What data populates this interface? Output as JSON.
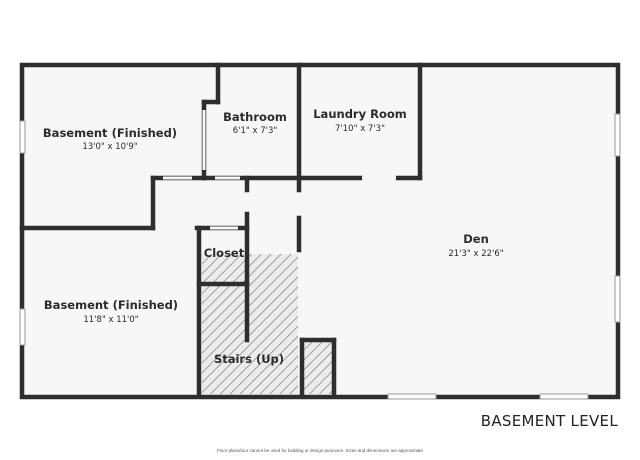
{
  "rooms": {
    "basement_1": {
      "name": "Basement (Finished)",
      "dims": "13'0\" x 10'9\""
    },
    "bathroom": {
      "name": "Bathroom",
      "dims": "6'1\" x 7'3\""
    },
    "laundry": {
      "name": "Laundry Room",
      "dims": "7'10\" x 7'3\""
    },
    "den": {
      "name": "Den",
      "dims": "21'3\" x 22'6\""
    },
    "closet": {
      "name": "Closet"
    },
    "basement_2": {
      "name": "Basement (Finished)",
      "dims": "11'8\" x 11'0\""
    },
    "stairs": {
      "name": "Stairs (Up)"
    }
  },
  "level_title": "BASEMENT LEVEL",
  "disclaimer": "Floor plans/tour cannot be used for building or design purposes. Sizes and dimensions are approximate",
  "colors": {
    "wall": "#2e2e2e",
    "floor": "#f7f7f7",
    "hatch": "#8a8a8a"
  }
}
